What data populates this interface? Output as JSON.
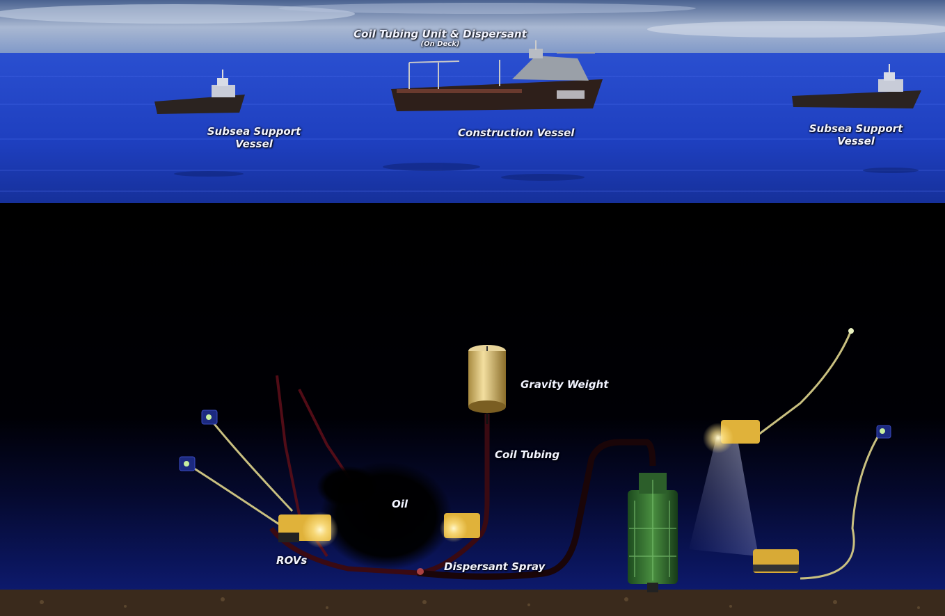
{
  "surface": {
    "construction_vessel_deck_label": "Coil Tubing Unit & Dispersant",
    "construction_vessel_deck_sublabel": "(On Deck)",
    "construction_vessel_label": "Construction Vessel",
    "left_support_vessel_label_line1": "Subsea Support",
    "left_support_vessel_label_line2": "Vessel",
    "right_support_vessel_label_line1": "Subsea Support",
    "right_support_vessel_label_line2": "Vessel"
  },
  "subsea": {
    "gravity_weight_label": "Gravity Weight",
    "coil_tubing_label": "Coil Tubing",
    "oil_label": "Oil",
    "rovs_label": "ROVs",
    "dispersant_spray_label": "Dispersant Spray"
  },
  "colors": {
    "sky": "#8fa4c6",
    "sea_surface": "#1f3fc0",
    "deep_water": "#000000",
    "seabed_water": "#0b1560",
    "seafloor": "#3a2a1c",
    "rov_yellow": "#e0b23a",
    "tether": "#c9c080",
    "coil_tubing_pipe": "#3a0a12",
    "wellhead_green": "#2f6a2a"
  }
}
